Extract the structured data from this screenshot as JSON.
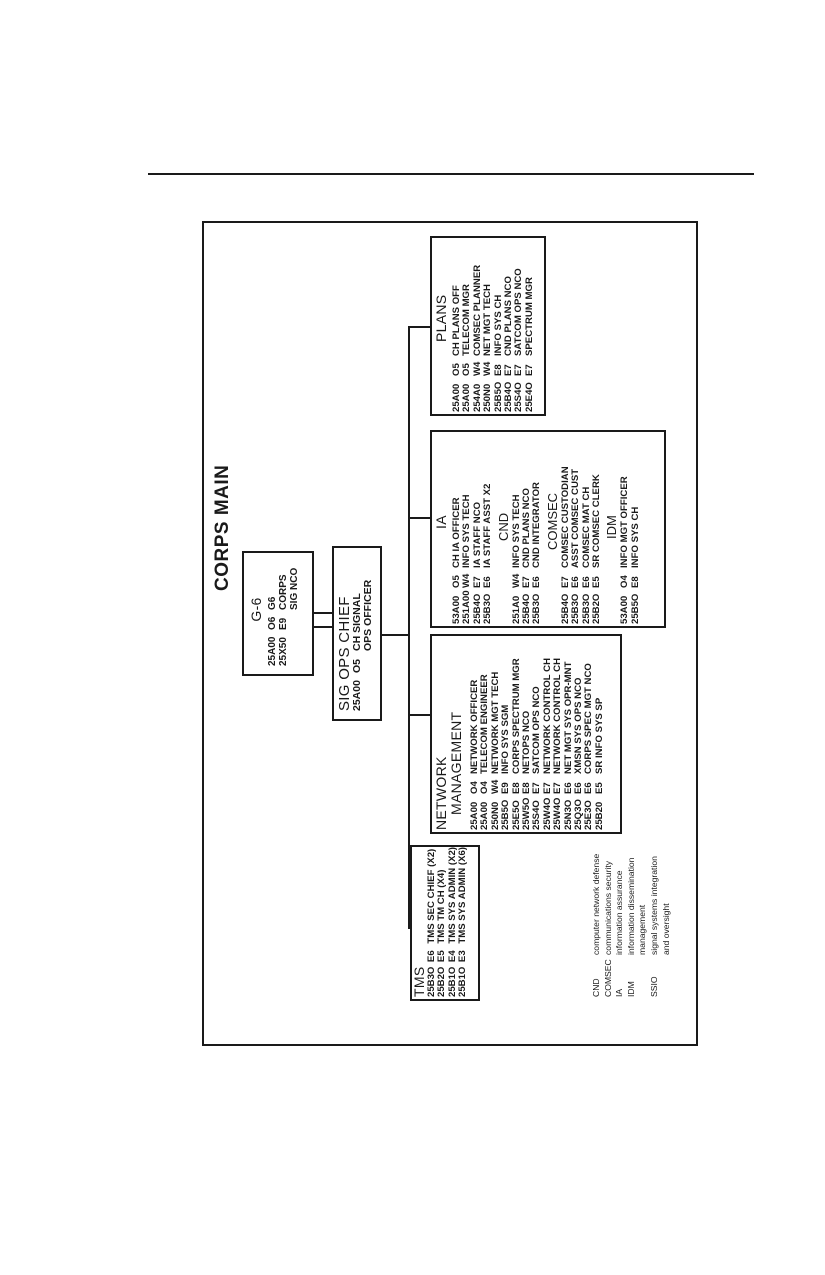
{
  "chart_title": "CORPS MAIN",
  "g6": {
    "title": "G-6",
    "rows": [
      {
        "code": "25A00",
        "grade": "O6",
        "title": "G6"
      },
      {
        "code": "25X50",
        "grade": "E9",
        "title": "CORPS SIG NCO"
      }
    ]
  },
  "sig_ops": {
    "title": "SIG OPS CHIEF",
    "rows": [
      {
        "code": "25A00",
        "grade": "O5",
        "title": "CH SIGNAL OPS OFFICER"
      }
    ]
  },
  "tms": {
    "title": "TMS",
    "rows": [
      {
        "code": "25B3O",
        "grade": "E6",
        "title": "TMS SEC CHIEF  (X2)"
      },
      {
        "code": "25B2O",
        "grade": "E5",
        "title": "TMS TM CH (X4)"
      },
      {
        "code": "25B1O",
        "grade": "E4",
        "title": "TMS SYS ADMIN (X2)"
      },
      {
        "code": "25B1O",
        "grade": "E3",
        "title": "TMS SYS ADMIN (X6)"
      }
    ]
  },
  "network": {
    "title_line1": "NETWORK",
    "title_line2": "MANAGEMENT",
    "rows": [
      {
        "code": "25A00",
        "grade": "O4",
        "title": "NETWORK OFFICER"
      },
      {
        "code": "25A00",
        "grade": "O4",
        "title": "TELECOM ENGINEER"
      },
      {
        "code": "250N0",
        "grade": "W4",
        "title": "NETWORK MGT TECH"
      },
      {
        "code": "25B5O",
        "grade": "E9",
        "title": "INFO SYS SGM"
      },
      {
        "code": "25E5O",
        "grade": "E8",
        "title": "CORPS SPECTRUM MGR"
      },
      {
        "code": "25W5O",
        "grade": "E8",
        "title": "NETOPS NCO"
      },
      {
        "code": "25S4O",
        "grade": "E7",
        "title": "SATCOM OPS NCO"
      },
      {
        "code": "25W4O",
        "grade": "E7",
        "title": "NETWORK CONTROL CH"
      },
      {
        "code": "25W4O",
        "grade": "E7",
        "title": "NETWORK CONTROL CH"
      },
      {
        "code": "25N3O",
        "grade": "E6",
        "title": "NET MGT SYS OPR-MNT"
      },
      {
        "code": "25Q3O",
        "grade": "E6",
        "title": "XMSN SYS OPS NCO"
      },
      {
        "code": "25E3O",
        "grade": "E6",
        "title": "CORPS SPEC MGT NCO"
      },
      {
        "code": "25B20",
        "grade": "E5",
        "title": "SR INFO SYS SP"
      }
    ]
  },
  "ia": {
    "title": "IA",
    "rows": [
      {
        "code": "53A00",
        "grade": "O5",
        "title": "CH  IA OFFICER"
      },
      {
        "code": "251A00",
        "grade": "W4",
        "title": "INFO SYS TECH"
      },
      {
        "code": "25B4O",
        "grade": "E7",
        "title": "IA STAFF NCO"
      },
      {
        "code": "25B3O",
        "grade": "E6",
        "title": "IA STAFF ASST X2"
      }
    ],
    "cnd_title": "CND",
    "cnd_rows": [
      {
        "code": "251A0",
        "grade": "W4",
        "title": "INFO SYS TECH"
      },
      {
        "code": "25B4O",
        "grade": "E7",
        "title": "CND PLANS NCO"
      },
      {
        "code": "25B3O",
        "grade": "E6",
        "title": "CND INTEGRATOR"
      }
    ],
    "comsec_title": "COMSEC",
    "comsec_rows": [
      {
        "code": "25B4O",
        "grade": "E7",
        "title": "COMSEC CUSTODIAN"
      },
      {
        "code": "25B3O",
        "grade": "E6",
        "title": "ASST COMSEC CUST"
      },
      {
        "code": "25B3O",
        "grade": "E6",
        "title": "COMSEC MAT CH"
      },
      {
        "code": "25B2O",
        "grade": "E5",
        "title": "SR COMSEC CLERK"
      }
    ],
    "idm_title": "IDM",
    "idm_rows": [
      {
        "code": "53A00",
        "grade": "O4",
        "title": "INFO MGT OFFICER"
      },
      {
        "code": "25B5O",
        "grade": "E8",
        "title": "INFO SYS CH"
      }
    ]
  },
  "plans": {
    "title": "PLANS",
    "rows": [
      {
        "code": "25A00",
        "grade": "O5",
        "title": "CH PLANS OFF"
      },
      {
        "code": "25A00",
        "grade": "O5",
        "title": "TELECOM MGR"
      },
      {
        "code": "254A0",
        "grade": "W4",
        "title": "COMSEC PLANNER"
      },
      {
        "code": "250N0",
        "grade": "W4",
        "title": "NET MGT TECH"
      },
      {
        "code": "25B5O",
        "grade": "E8",
        "title": "INFO SYS CH"
      },
      {
        "code": "25B4O",
        "grade": "E7",
        "title": "CND PLANS NCO"
      },
      {
        "code": "25S4O",
        "grade": "E7",
        "title": "SATCOM OPS NCO"
      },
      {
        "code": "25E4O",
        "grade": "E7",
        "title": "SPECTRUM  MGR"
      }
    ]
  },
  "abbreviations": [
    {
      "abbr": "CND",
      "meaning": "computer network defense"
    },
    {
      "abbr": "COMSEC",
      "meaning": "communications security"
    },
    {
      "abbr": "IA",
      "meaning": "information assurance"
    },
    {
      "abbr": "IDM",
      "meaning": "information dissemination"
    },
    {
      "abbr": "",
      "meaning": "management"
    },
    {
      "abbr": "SSIO",
      "meaning": "signal systems integration"
    },
    {
      "abbr": "",
      "meaning": "and oversight"
    }
  ]
}
